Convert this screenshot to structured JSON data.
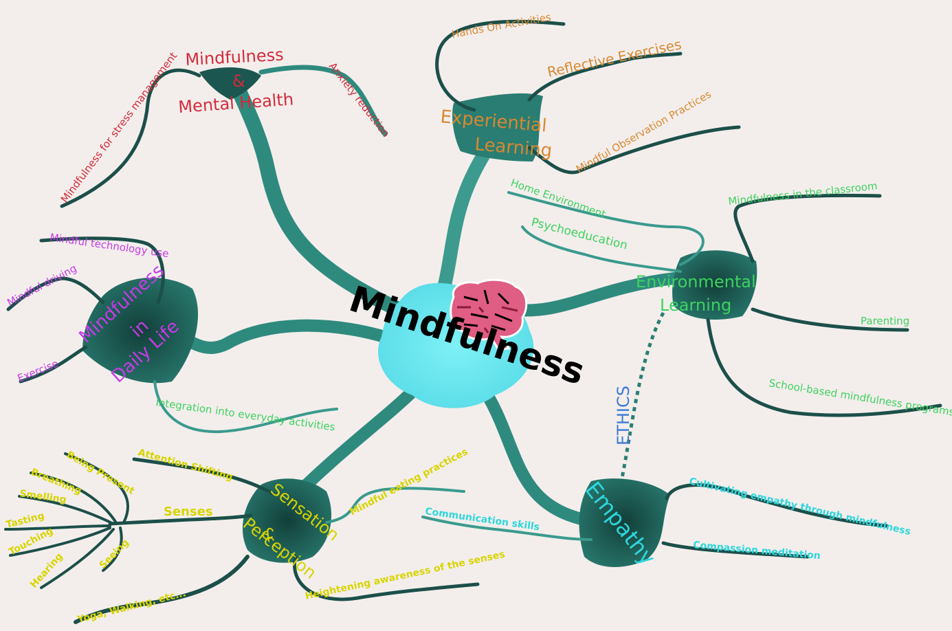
{
  "center": {
    "label": "Mindfulness",
    "icon": "brain-icon"
  },
  "colors": {
    "branch": "#2b7f74",
    "branch_dark": "#123c37",
    "hub": "#6ae6ee",
    "mental_health": "#d42a3a",
    "experiential": "#d88830",
    "environmental": "#3ed15f",
    "daily_life": "#c73ae6",
    "sensation": "#d8d400",
    "empathy": "#2ed6dc",
    "ethics": "#3b79d8"
  },
  "branches": {
    "mental_health": {
      "title_lines": [
        "Mindfulness",
        "&",
        "Mental Health"
      ],
      "leaves": [
        "Mindfulness for stress management",
        "Anxiety reduction"
      ]
    },
    "experiential": {
      "title_lines": [
        "Experiential",
        "Learning"
      ],
      "leaves": [
        "Hands On Activities",
        "Reflective Exercises",
        "Mindful Observation Practices"
      ]
    },
    "environmental": {
      "title_lines": [
        "Environmental",
        "Learning"
      ],
      "leaves": [
        "Home Environment",
        "Psychoeducation",
        "Mindfulness in the classroom",
        "Parenting",
        "School-based mindfulness programs"
      ]
    },
    "daily_life": {
      "title_lines": [
        "Mindfulness",
        "in",
        "Daily Life"
      ],
      "leaves": [
        "Mindful technology use",
        "Mindful driving",
        "Exercise",
        "Integration into everyday activities"
      ]
    },
    "sensation": {
      "title_lines": [
        "Sensation",
        "&",
        "Perception"
      ],
      "leaves": [
        "Attention Shifting",
        "Mindful eating practices",
        "Heightening awareness of the senses",
        "Yoga, Walking, etc..."
      ],
      "senses": {
        "label": "Senses",
        "items": [
          "Being Present",
          "Breathing",
          "Smelling",
          "Tasting",
          "Touching",
          "Hearing",
          "Seeing"
        ]
      }
    },
    "empathy": {
      "title": "Empathy",
      "leaves": [
        "Cultivating empathy through mindfulness",
        "Communication skills",
        "Compassion meditation"
      ]
    }
  },
  "ethics_label": "ETHICS"
}
